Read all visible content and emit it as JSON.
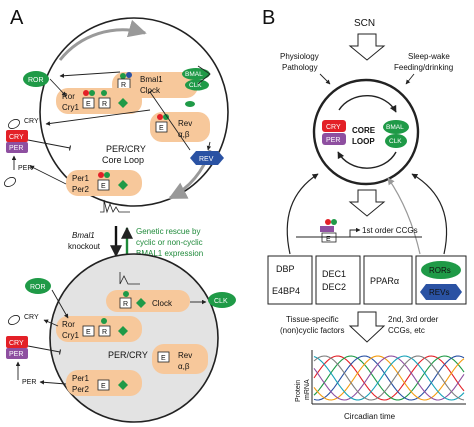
{
  "panels": {
    "a": "A",
    "b": "B"
  },
  "panel_a": {
    "top": {
      "ror": "ROR",
      "bmal": "BMAL",
      "clk": "CLK",
      "cry_sym": "CRY",
      "cry": "CRY",
      "per": "PER",
      "per_sym": "PER",
      "rev": "REV",
      "ror_cry1_line1": "Ror",
      "ror_cry1_line2": "Cry1",
      "bmal1_clock_line1": "Bmal1",
      "bmal1_clock_line2": "Clock",
      "rev_ab_line1": "Rev",
      "rev_ab_line2": "α,β",
      "per1_per2_line1": "Per1",
      "per1_per2_line2": "Per2",
      "core_loop_line1": "PER/CRY",
      "core_loop_line2": "Core Loop",
      "e_box": "E",
      "r_box": "R"
    },
    "middle": {
      "bmal1": "Bmal1",
      "knockout": "knockout",
      "rescue_line1": "Genetic rescue by",
      "rescue_line2": "cyclic or non-cyclic",
      "rescue_line3": "BMAL1 expression"
    },
    "bottom": {
      "ror": "ROR",
      "clk": "CLK",
      "cry_sym": "CRY",
      "cry": "CRY",
      "per": "PER",
      "per_sym": "PER",
      "ror_cry1_line1": "Ror",
      "ror_cry1_line2": "Cry1",
      "clock": "Clock",
      "rev_ab_line1": "Rev",
      "rev_ab_line2": "α,β",
      "per1_per2_line1": "Per1",
      "per1_per2_line2": "Per2",
      "per_cry": "PER/CRY",
      "e_box": "E",
      "r_box": "R"
    }
  },
  "panel_b": {
    "scn": "SCN",
    "physiology": "Physiology",
    "pathology": "Pathology",
    "sleep_wake": "Sleep-wake",
    "feeding": "Feeding/drinking",
    "cry": "CRY",
    "per": "PER",
    "bmal": "BMAL",
    "clk": "CLK",
    "core": "CORE",
    "loop": "LOOP",
    "first_order": "1st order CCGs",
    "e_box": "E",
    "dbp": "DBP",
    "e4bp4": "E4BP4",
    "dec1": "DEC1",
    "dec2": "DEC2",
    "ppar": "PPARα",
    "rors": "RORs",
    "revs": "REVs",
    "tissue_line1": "Tissue-specific",
    "tissue_line2": "(non)cyclic factors",
    "second_line1": "2nd, 3rd order",
    "second_line2": "CCGs, etc",
    "ylabel_line1": "Protein",
    "ylabel_line2": "mRNA",
    "xlabel": "Circadian time"
  },
  "colors": {
    "cry_red": "#e32027",
    "per_purple": "#8e4fa0",
    "bmal_green": "#1f9a47",
    "rev_blue": "#2a52a3",
    "gene_orange": "#f7c89b",
    "nucleus_gray": "#e3e3e3"
  }
}
